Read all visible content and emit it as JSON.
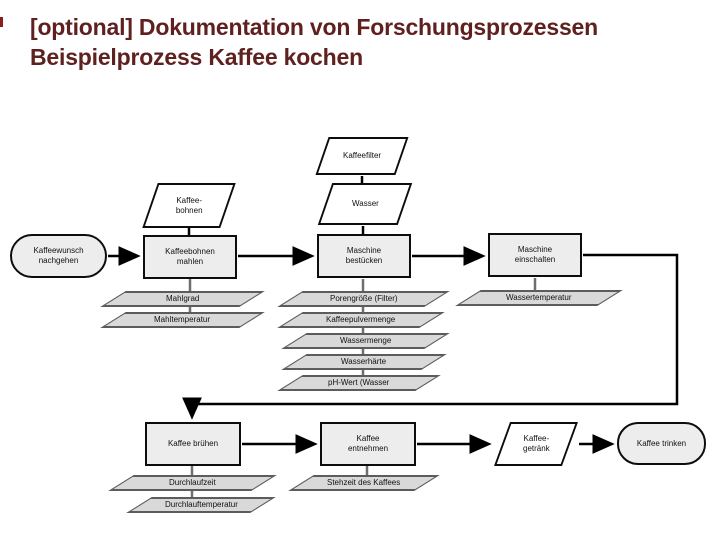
{
  "title": {
    "line1": "[optional] Dokumentation von Forschungsprozessen",
    "line2": "Beispielprozess Kaffee kochen",
    "color": "#5f2120"
  },
  "colors": {
    "process_fill": "#ededed",
    "process_border": "#0d0d0d",
    "input_fill": "#ffffff",
    "parameter_fill": "#d9d9d9",
    "parameter_border": "#5c5c5c",
    "flow_line": "#000000",
    "parameter_line": "#6e6e6e"
  },
  "diagram": {
    "nodes": {
      "kaffeewunsch": "Kaffeewunsch\nnachgehen",
      "kaffeefilter": "Kaffeefilter",
      "kaffeebohnen_input": "Kaffee-\nbohnen",
      "wasser": "Wasser",
      "mahlen": "Kaffeebohnen\nmahlen",
      "bestuecken": "Maschine\nbestücken",
      "einschalten": "Maschine\neinschalten",
      "bruehen": "Kaffee brühen",
      "entnehmen": "Kaffee\nentnehmen",
      "getraenk": "Kaffee-\ngetränk",
      "trinken": "Kaffee trinken",
      "mahlgrad": "Mahlgrad",
      "mahltemperatur": "Mahltemperatur",
      "porengroesse": "Porengröße (Filter)",
      "kaffeepulvermenge": "Kaffeepulvermenge",
      "wassermenge": "Wassermenge",
      "wasserhaerte": "Wasserhärte",
      "ph_wert": "pH-Wert (Wasser",
      "wassertemperatur": "Wassertemperatur",
      "durchlaufzeit": "Durchlaufzeit",
      "durchlauftemperatur": "Durchlauftemperatur",
      "stehzeit": "Stehzeit des Kaffees"
    },
    "edges": [
      [
        "Kaffeewunsch nachgehen",
        "Kaffeebohnen mahlen"
      ],
      [
        "Kaffee-bohnen",
        "Kaffeebohnen mahlen"
      ],
      [
        "Kaffeefilter",
        "Wasser"
      ],
      [
        "Wasser",
        "Maschine bestücken"
      ],
      [
        "Kaffeebohnen mahlen",
        "Maschine bestücken"
      ],
      [
        "Maschine bestücken",
        "Maschine einschalten"
      ],
      [
        "Maschine einschalten",
        "Kaffee brühen"
      ],
      [
        "Kaffee brühen",
        "Kaffee entnehmen"
      ],
      [
        "Kaffee entnehmen",
        "Kaffee-getränk"
      ],
      [
        "Kaffee-getränk",
        "Kaffee trinken"
      ],
      [
        "Kaffeebohnen mahlen",
        "Mahlgrad"
      ],
      [
        "Mahlgrad",
        "Mahltemperatur"
      ],
      [
        "Maschine bestücken",
        "Porengröße (Filter)"
      ],
      [
        "Porengröße (Filter)",
        "Kaffeepulvermenge"
      ],
      [
        "Kaffeepulvermenge",
        "Wassermenge"
      ],
      [
        "Wassermenge",
        "Wasserhärte"
      ],
      [
        "Wasserhärte",
        "pH-Wert (Wasser"
      ],
      [
        "Maschine einschalten",
        "Wassertemperatur"
      ],
      [
        "Kaffee brühen",
        "Durchlaufzeit"
      ],
      [
        "Durchlaufzeit",
        "Durchlauftemperatur"
      ],
      [
        "Kaffee entnehmen",
        "Stehzeit des Kaffees"
      ]
    ]
  }
}
